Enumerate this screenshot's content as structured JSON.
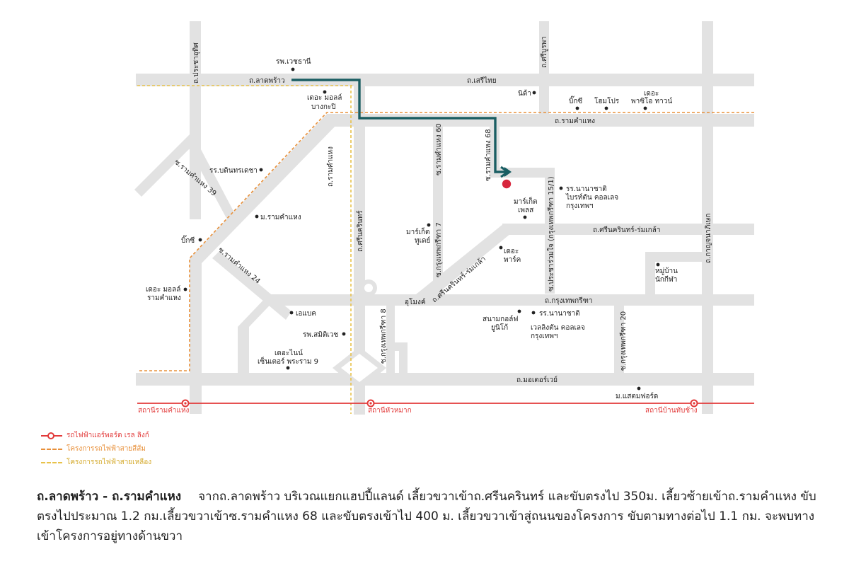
{
  "roads": {
    "lat_phrao": "ถ.ลาดพร้าว",
    "seri_thai": "ถ.เสรีไทย",
    "ramkhamhaeng": "ถ.รามคำแหง",
    "srinakarin": "ถ.ศรีนครินทร์",
    "srinakarin_romklao": "ถ.ศรีนครินทร์-ร่มเกล้า",
    "srinakarin_romklao_diag": "ถ.ศรีนครินทร์-ร่มเกล้า",
    "krungthep_kritha": "ถ.กรุงเทพกรีฑา",
    "motorway": "ถ.มอเตอร์เวย์",
    "pracha_uthit": "ถ.ประชาอุทิศ",
    "ramkhamhaeng_diag": "ถ.รามคำแหง",
    "kanchanaphisek": "ถ.กาญจนาภิเษก",
    "sriburapha": "ถ.ศรีบูรพา",
    "soi_ram39": "ซ.รามคำแหง 39",
    "soi_ram24": "ซ.รามคำแหง 24",
    "soi_ram60": "ซ.รามคำแหง 60",
    "soi_ram68": "ซ.รามคำแหง 68",
    "soi_krungthep7": "ซ.กรุงเทพกรีฑา 7",
    "soi_krungthep8": "ซ.กรุงเทพกรีฑา 8",
    "soi_krungthep20": "ซ.กรุงเทพกรีฑา 20",
    "soi_pracharuamjai": "ซ.ประชาร่วมใจ (กรุงเทพกรีฑา 15/1)",
    "tunnel": "อุโมงค์"
  },
  "places": {
    "vejthani": "รพ.เวชธานี",
    "the_mall_bangkapi_1": "เดอะ มอลล์",
    "the_mall_bangkapi_2": "บางกะปิ",
    "nida": "นิด้า",
    "bigc_top": "บิ๊กซี",
    "homepro": "โฮมโปร",
    "paseo_1": "เดอะ",
    "paseo_2": "พาซิโอ ทาวน์",
    "bodindecha": "รร.บดินทรเดชา",
    "ramkhamhaeng_univ": "ม.รามคำแหง",
    "bigc_left": "บิ๊กซี",
    "the_mall_ram_1": "เดอะ มอลล์",
    "the_mall_ram_2": "รามคำแหง",
    "abac": "เอแบค",
    "samitivej": "รพ.สมิติเวช",
    "the_nine_1": "เดอะไนน์",
    "the_nine_2": "เซ็นเตอร์ พระราม 9",
    "market_place_today_1": "มาร์เก็ต",
    "market_place_today_2": "ทูเดย์",
    "market_place_1": "มาร์เก็ต",
    "market_place_2": "เพลส",
    "the_park_1": "เดอะ",
    "the_park_2": "พาร์ค",
    "brighton_1": "รร.นานาชาติ",
    "brighton_2": "ไบรท์ตัน คอลเลจ",
    "brighton_3": "กรุงเทพฯ",
    "nakkila_1": "หมู่บ้าน",
    "nakkila_2": "นักกีฬา",
    "unico_1": "สนามกอล์ฟ",
    "unico_2": "ยูนิโก้",
    "wellington_1": "รร.นานาชาติ",
    "wellington_2": "เวลลิงตัน คอลเลจ",
    "wellington_3": "กรุงเทพฯ",
    "stamford": "ม.แสตมฟอร์ด"
  },
  "stations": {
    "ramkhamhaeng": "สถานีรามคำแหง",
    "hua_mak": "สถานีหัวหมาก",
    "ban_thap_chang": "สถานีบ้านทับช้าง"
  },
  "legend": {
    "airport_link": "รถไฟฟ้าแอร์พอร์ต เรล ลิงก์",
    "orange_line": "โครงการรถไฟฟ้าสายสีส้ม",
    "yellow_line": "โครงการรถไฟฟ้าสายเหลือง"
  },
  "description": {
    "title": "ถ.ลาดพร้าว - ถ.รามคำแหง",
    "body": "จากถ.ลาดพร้าว บริเวณแยกแฮปปี้แลนด์ เลี้ยวขวาเข้าถ.ศรีนครินทร์ และขับตรงไป 350ม. เลี้ยวซ้ายเข้าถ.รามคำแหง  ขับตรงไปประมาณ 1.2 กม.เลี้ยวขวาเข้าซ.รามคำแหง 68  และขับตรงเข้าไป 400 ม. เลี้ยวขวาเข้าสู่ถนนของโครงการ ขับตามทางต่อไป 1.1 กม. จะพบทางเข้าโครงการอยู่ทางด้านขวา"
  },
  "colors": {
    "road": "#e2e2e2",
    "route": "#1a5e63",
    "destination": "#d7263d",
    "airport_link": "#e23a3a",
    "orange_line": "#e8903a",
    "yellow_line": "#e8c24a"
  },
  "icons": {
    "destination": "destination-marker-icon",
    "route_arrow": "route-arrow-icon",
    "station": "station-icon",
    "poi": "poi-dot-icon"
  }
}
